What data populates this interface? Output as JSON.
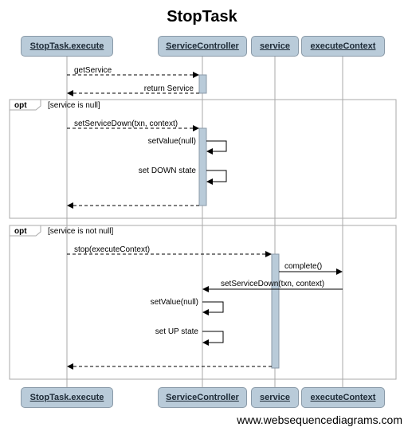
{
  "diagram": {
    "title": "StopTask",
    "participants": [
      "StopTask.execute",
      "ServiceController",
      "service",
      "executeContext"
    ],
    "messages": {
      "get_service": "getService",
      "return_service": "return Service",
      "set_service_down_1": "setServiceDown(txn, context)",
      "set_value_null_1": "setValue(null)",
      "set_down_state": "set DOWN state",
      "stop": "stop(executeContext)",
      "complete": "complete()",
      "set_service_down_2": "setServiceDown(txn, context)",
      "set_value_null_2": "setValue(null)",
      "set_up_state": "set UP state"
    },
    "fragments": [
      {
        "operator": "opt",
        "guard": "[service is null]"
      },
      {
        "operator": "opt",
        "guard": "[service is not null]"
      }
    ],
    "colors": {
      "participant_fill": "#b9cbd9",
      "participant_border": "#8a9aa8",
      "activation_fill": "#b9cbd9",
      "lifeline": "#aaaaaa",
      "frame": "#aaaaaa"
    }
  },
  "footer": {
    "watermark": "www.websequencediagrams.com"
  }
}
